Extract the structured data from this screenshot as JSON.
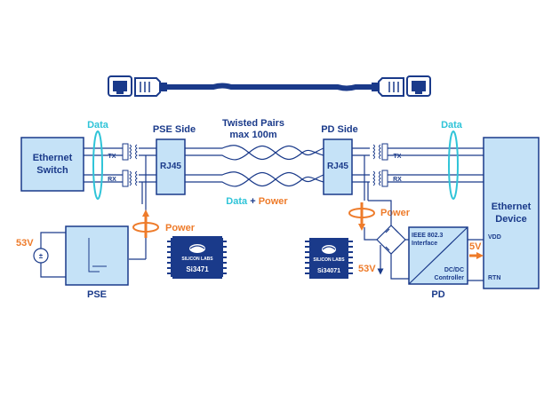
{
  "colors": {
    "background": "#ffffff",
    "navy": "#1a3a8a",
    "box_fill": "#c5e2f7",
    "box_stroke": "#1a3a8a",
    "chip_fill": "#1a3a8a",
    "cyan": "#2fc4d8",
    "orange": "#ee7b2a"
  },
  "icons": {
    "rj45_jack_left": "rj45-jack-icon",
    "rj45_jack_right": "rj45-jack-icon",
    "silicon_labs_logo": "silicon-labs-logo-icon",
    "transformer": "transformer-icon",
    "bridge": "diode-bridge-icon",
    "voltage_source": "dc-source-icon"
  },
  "labels": {
    "data_left": "Data",
    "data_right": "Data",
    "pse_side": "PSE Side",
    "pd_side": "PD Side",
    "twisted_pairs_1": "Twisted Pairs",
    "twisted_pairs_2": "max 100m",
    "data_word": "Data",
    "plus": " + ",
    "power_word": "Power",
    "power_left": "Power",
    "power_right": "Power",
    "ethernet_switch_1": "Ethernet",
    "ethernet_switch_2": "Switch",
    "ethernet_device_1": "Ethernet",
    "ethernet_device_2": "Device",
    "rj45_left": "RJ45",
    "rj45_right": "RJ45",
    "tx_left": "TX",
    "rx_left": "RX",
    "tx_right": "TX",
    "rx_right": "RX",
    "v53_left": "53V",
    "v53_right": "53V",
    "v5": "5V",
    "pse": "PSE",
    "pd": "PD",
    "ieee_1": "IEEE 802.3",
    "ieee_2": "Interface",
    "dcdc_1": "DC/DC",
    "dcdc_2": "Controller",
    "vdd": "VDD",
    "rtn": "RTN",
    "chip_left_brand_1": "SILICON",
    "chip_left_brand_2": "LABS",
    "chip_left_part": "Si3471",
    "chip_right_brand_1": "SILICON",
    "chip_right_brand_2": "LABS",
    "chip_right_part": "Si34071"
  }
}
